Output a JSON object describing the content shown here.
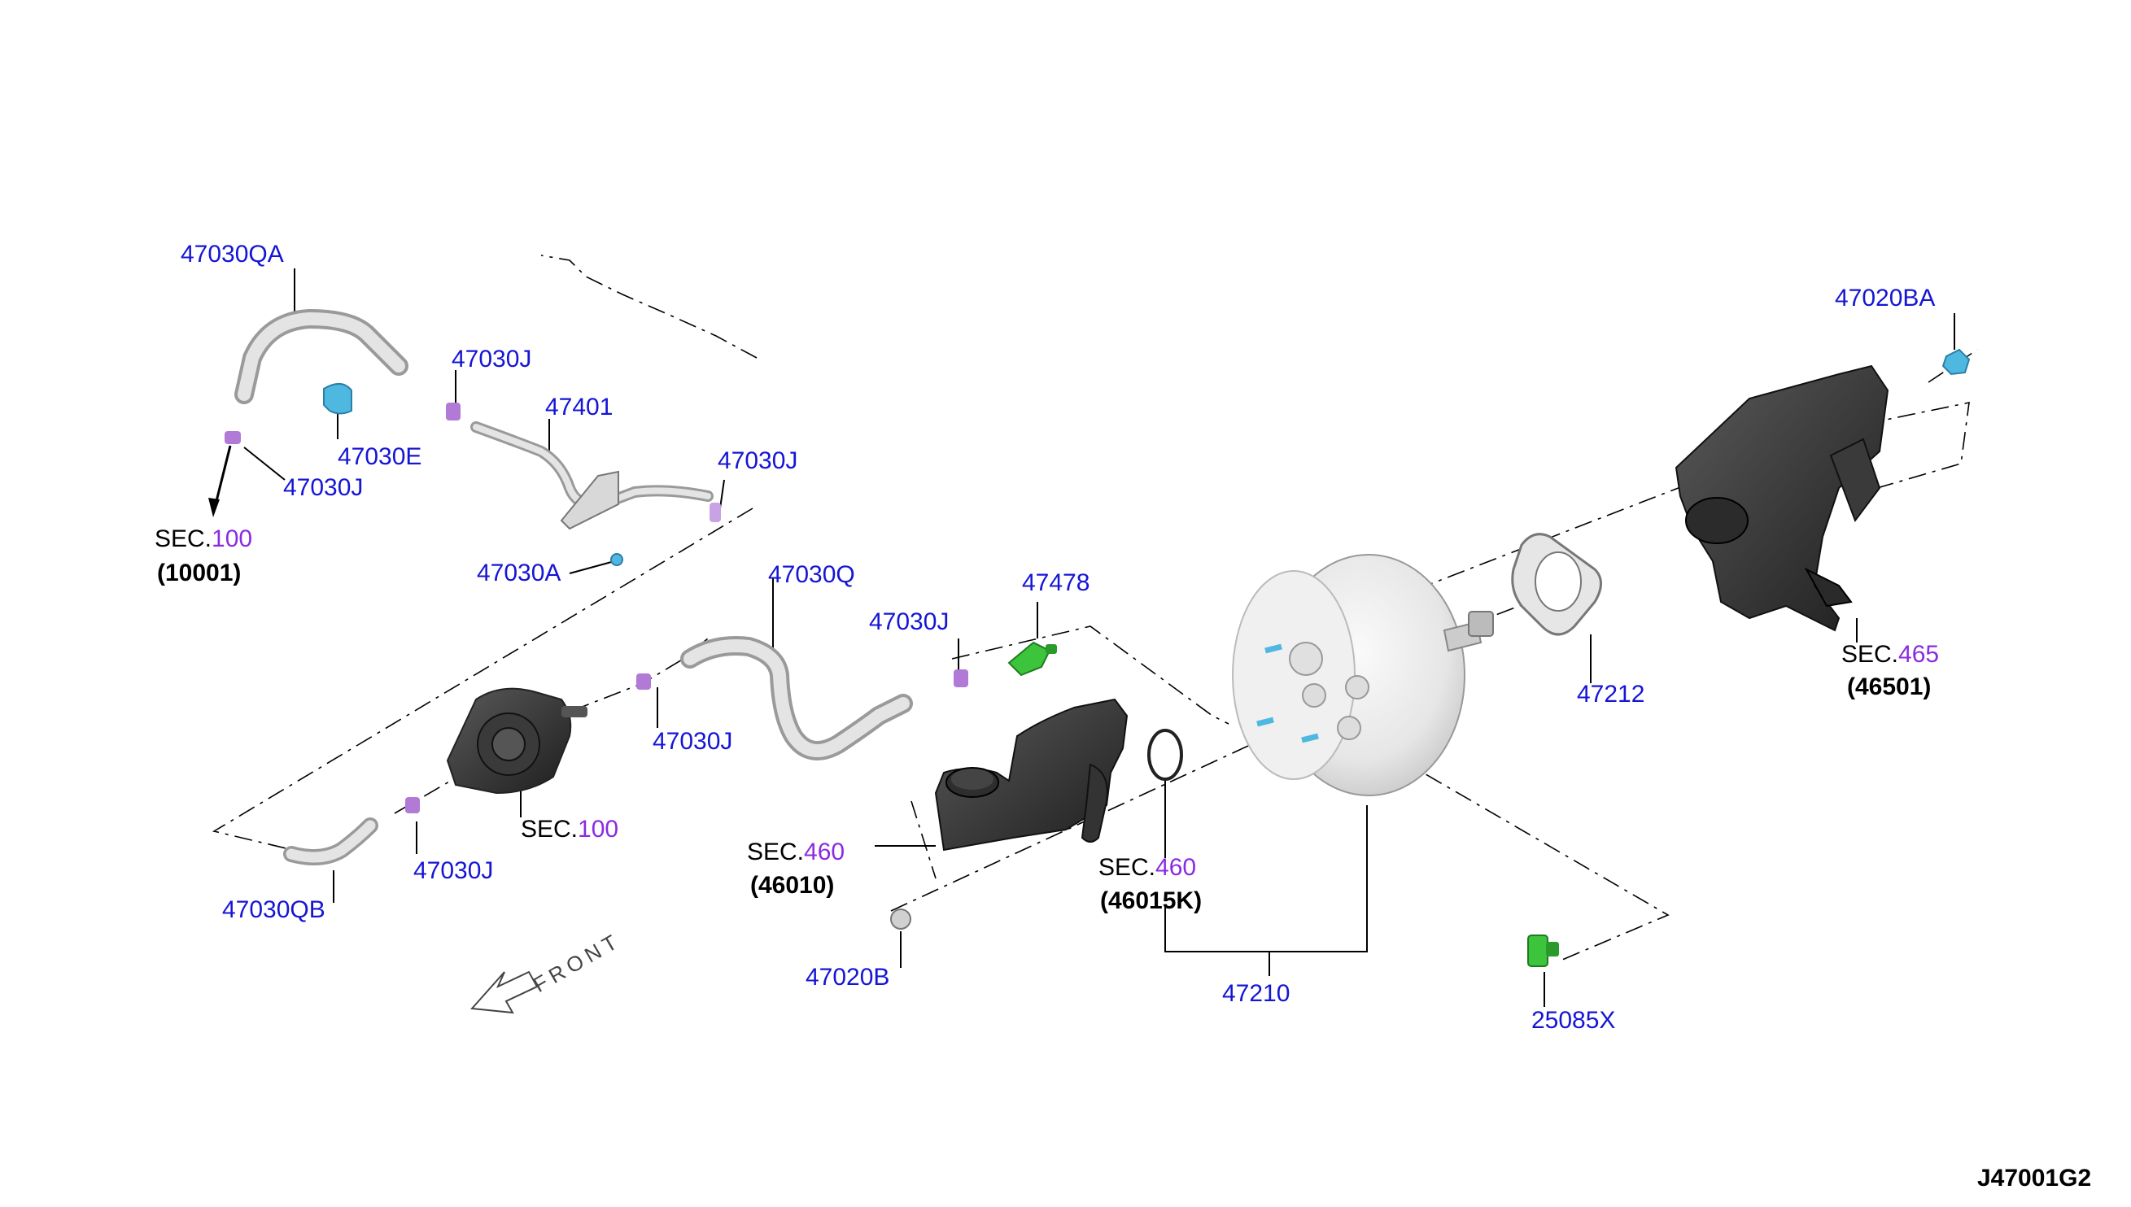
{
  "diagram_id": "J47001G2",
  "front_label": "FRONT",
  "colors": {
    "part_number": "#1515d6",
    "section_number": "#8a2be2",
    "clip": "#b07ad6",
    "cyan_part": "#4fb8e0",
    "green_part": "#3cc43c"
  },
  "labels": {
    "p47030QA": "47030QA",
    "p47030J_a": "47030J",
    "p47030E": "47030E",
    "p47030J_b": "47030J",
    "p47401": "47401",
    "p47030J_c": "47030J",
    "p47030A": "47030A",
    "p47030Q": "47030Q",
    "p47478": "47478",
    "p47030J_d": "47030J",
    "p47030J_e": "47030J",
    "p47030J_f": "47030J",
    "p47030QB": "47030QB",
    "p47020B": "47020B",
    "p47210": "47210",
    "p47212": "47212",
    "p47020BA": "47020BA",
    "p25085X": "25085X"
  },
  "sections": {
    "s1": {
      "prefix": "SEC.",
      "num": "100",
      "sub": "(10001)"
    },
    "s2": {
      "prefix": "SEC.",
      "num": "100"
    },
    "s3": {
      "prefix": "SEC.",
      "num": "460",
      "sub": "(46010)"
    },
    "s4": {
      "prefix": "SEC.",
      "num": "460",
      "sub": "(46015K)"
    },
    "s5": {
      "prefix": "SEC.",
      "num": "465",
      "sub": "(46501)"
    }
  }
}
